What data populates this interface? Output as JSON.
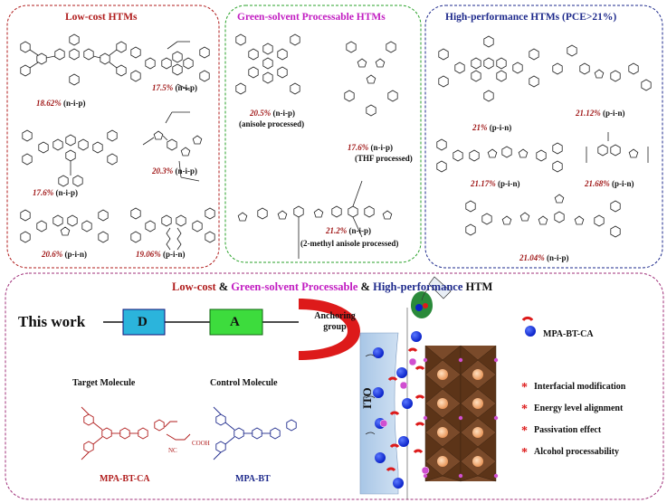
{
  "panels": {
    "low_cost": {
      "title": "Low-cost HTMs",
      "items": [
        {
          "pce": "18.62%",
          "type": "(n-i-p)"
        },
        {
          "pce": "17.5%",
          "type": "(n-i-p)"
        },
        {
          "pce": "17.6%",
          "type": "(n-i-p)"
        },
        {
          "pce": "20.3%",
          "type": "(n-i-p)"
        },
        {
          "pce": "20.6%",
          "type": "(p-i-n)"
        },
        {
          "pce": "19.06%",
          "type": "(p-i-n)"
        }
      ]
    },
    "green": {
      "title": "Green-solvent Processable HTMs",
      "items": [
        {
          "pce": "20.5%",
          "type": "(n-i-p)",
          "note": "(anisole processed)"
        },
        {
          "pce": "17.6%",
          "type": "(n-i-p)",
          "note": "(THF processed)"
        },
        {
          "pce": "21.2%",
          "type": "(n-i-p)",
          "note": "(2-methyl anisole processed)"
        }
      ]
    },
    "high_perf": {
      "title": "High-performance HTMs (PCE>21%)",
      "items": [
        {
          "pce": "21%",
          "type": "(p-i-n)"
        },
        {
          "pce": "21.12%",
          "type": "(p-i-n)"
        },
        {
          "pce": "21.17%",
          "type": "(p-i-n)"
        },
        {
          "pce": "21.68%",
          "type": "(p-i-n)"
        },
        {
          "pce": "21.04%",
          "type": "(n-i-p)"
        }
      ]
    }
  },
  "bottom": {
    "headline": {
      "part1": "Low-cost",
      "amp1": " & ",
      "part2": "Green-solvent Processable",
      "amp2": " & ",
      "part3": "High-performance",
      "part4": " HTM"
    },
    "this_work": "This work",
    "d_label": "D",
    "a_label": "A",
    "anchoring": "Anchoring group",
    "target_title": "Target Molecule",
    "control_title": "Control Molecule",
    "target_name": "MPA-BT-CA",
    "control_name": "MPA-BT",
    "ito": "ITO",
    "legend_name": "MPA-BT-CA",
    "features": [
      "Interfacial modification",
      "Energy level alignment",
      "Passivation effect",
      "Alcohol processability"
    ],
    "cooh": "COOH",
    "cn": "NC"
  },
  "colors": {
    "red": "#b01c1c",
    "green": "#2aa22a",
    "blue": "#1e2a8c",
    "magenta": "#c21ec2",
    "d_box": "#2bb4dc",
    "a_box": "#3ddc3d",
    "anchor": "#dd1a1a"
  }
}
